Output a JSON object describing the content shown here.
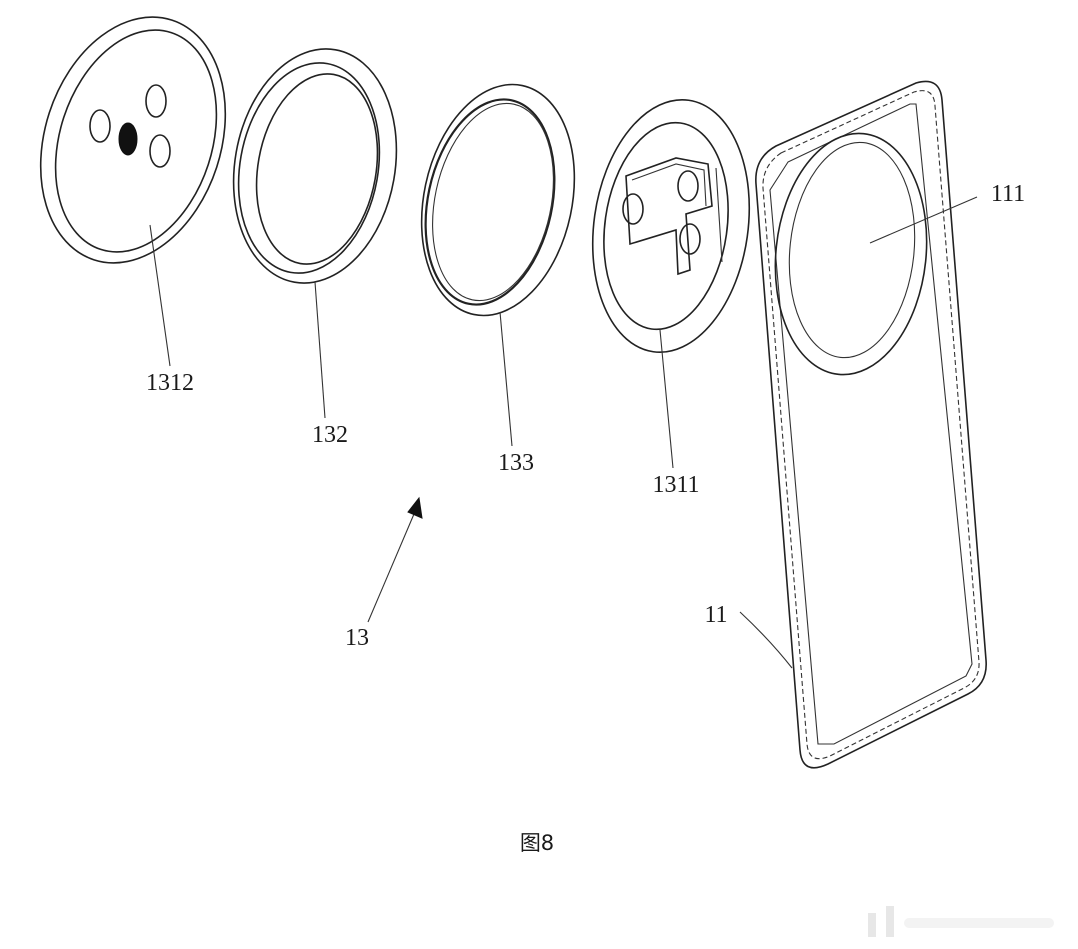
{
  "figure": {
    "caption": "图8",
    "labels": {
      "lens_cover": "1312",
      "outer_ring": "132",
      "seal_ring": "133",
      "camera_base": "1311",
      "camera_assembly": "13",
      "back_cover": "11",
      "camera_window": "111"
    }
  }
}
